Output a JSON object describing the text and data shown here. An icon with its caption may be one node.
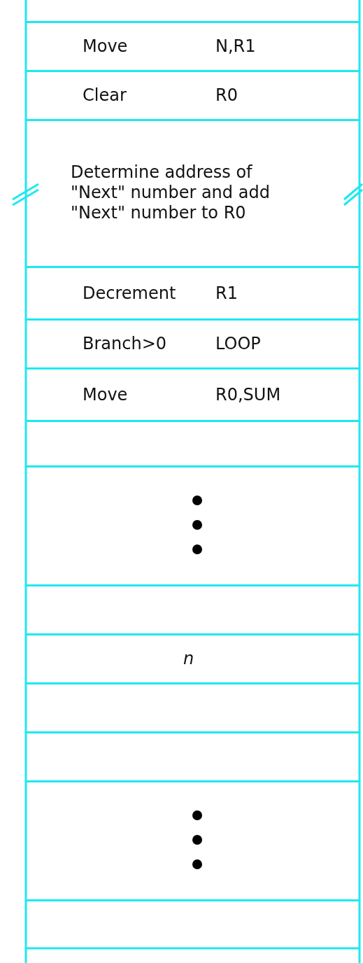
{
  "diagram": {
    "nodes": [
      {
        "text": [
          "Move",
          "N,R1"
        ]
      },
      {
        "text": [
          "Clear",
          "R0"
        ]
      },
      {
        "text": [
          "Determine address of \"Next\" number and add \"Next\" number to R0"
        ]
      },
      {
        "text": [
          "Decrement",
          "R1"
        ]
      },
      {
        "text": [
          "Branch>0",
          "LOOP"
        ]
      },
      {
        "text": [
          "Move",
          "R0,SUM"
        ]
      },
      {
        "text": [],
        "shape": "box"
      },
      {
        "text": [],
        "shape": "box"
      },
      {
        "text": [],
        "shape": "box"
      },
      {
        "text": [
          "n"
        ]
      },
      {
        "text": [],
        "shape": "box"
      },
      {
        "text": [],
        "shape": "box"
      },
      {
        "text": [],
        "shape": "box"
      },
      {
        "text": [],
        "shape": "box"
      }
    ],
    "edges": []
  }
}
